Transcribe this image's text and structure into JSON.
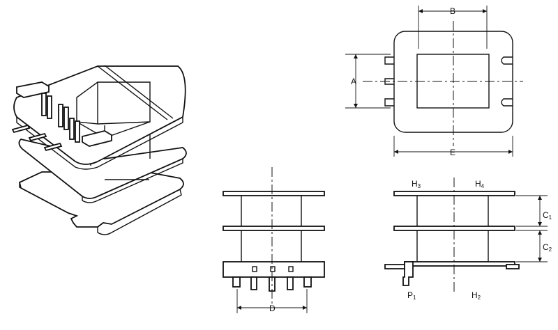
{
  "labels": {
    "A": "A",
    "B": "B",
    "E": "E",
    "D": "D",
    "C1": "C",
    "C1_sub": "1",
    "C2": "C",
    "C2_sub": "2",
    "H3": "H",
    "H3_sub": "3",
    "H4": "H",
    "H4_sub": "4",
    "P1": "P",
    "P1_sub": "1",
    "H2": "H",
    "H2_sub": "2"
  }
}
